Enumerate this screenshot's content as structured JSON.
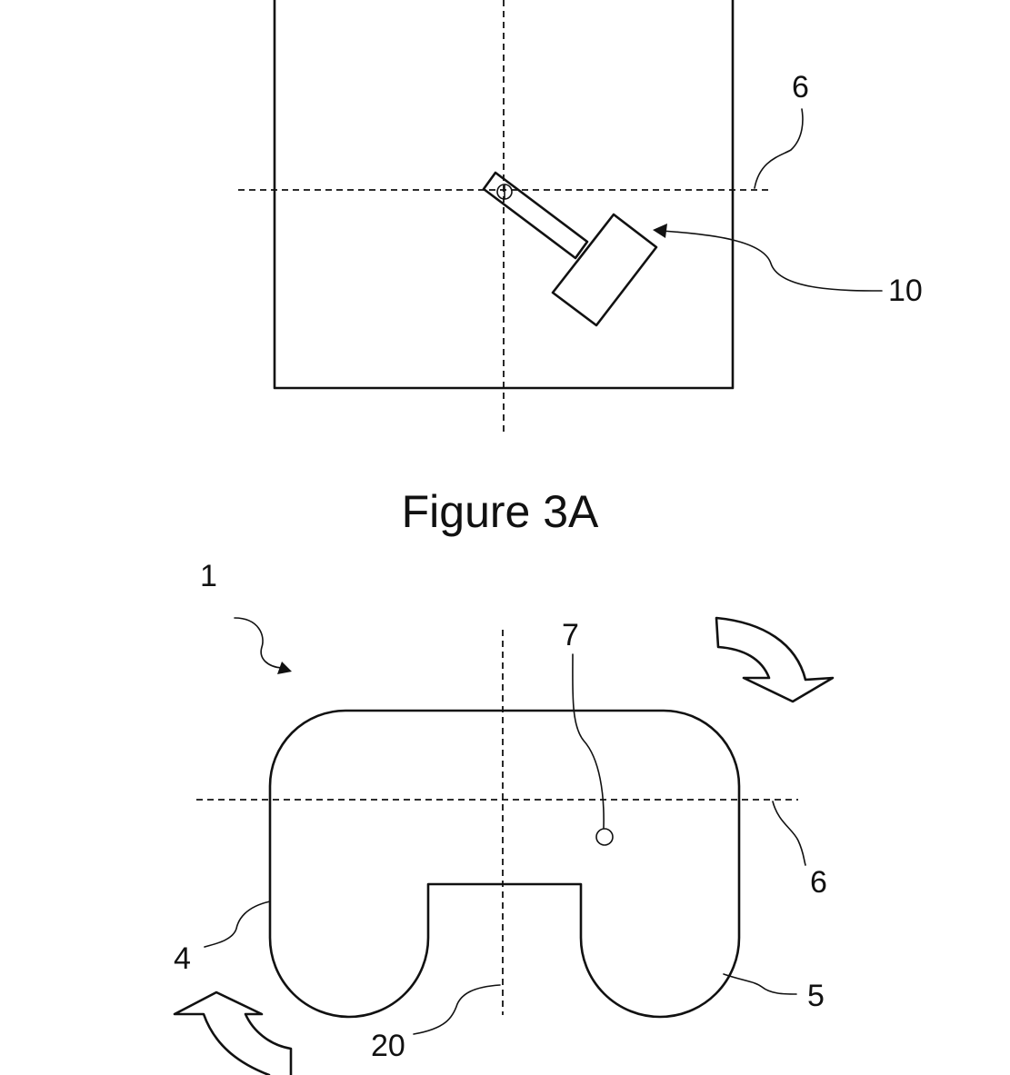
{
  "figure_3a": {
    "caption": "Figure 3A",
    "ref_axis": "6",
    "ref_tool": "10"
  },
  "figure_3b": {
    "ref_device": "1",
    "ref_point": "7",
    "ref_axis": "6",
    "ref_left_side": "4",
    "ref_right_side": "5",
    "ref_slot": "20"
  }
}
